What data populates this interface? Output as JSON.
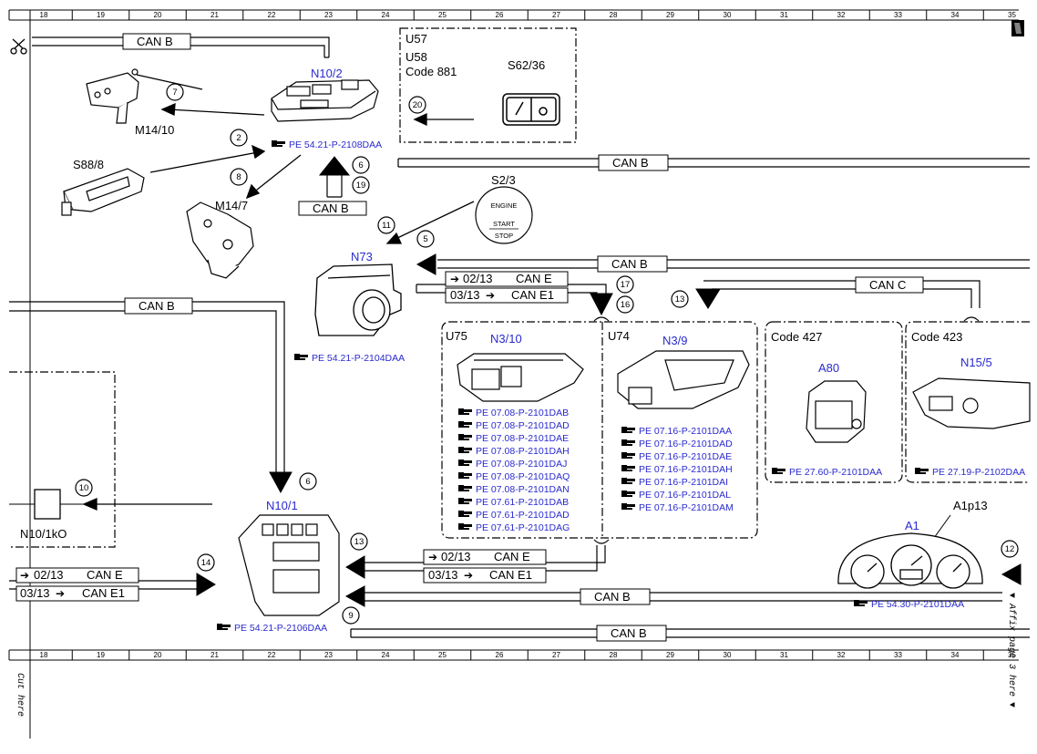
{
  "ruler_numbers": [
    "18",
    "19",
    "20",
    "21",
    "22",
    "23",
    "24",
    "25",
    "26",
    "27",
    "28",
    "29",
    "30",
    "31",
    "32",
    "33",
    "34",
    "35"
  ],
  "side_text": {
    "left": "Cut here",
    "right": "▼ Affix page 3 here ▼"
  },
  "bus": {
    "can_b": "CAN B",
    "can_c": "CAN C",
    "can_e": "CAN E",
    "can_e1": "CAN E1",
    "date_from": "02/13",
    "date_to": "03/13"
  },
  "components": {
    "m14_10": "M14/10",
    "s88_8": "S88/8",
    "m14_7": "M14/7",
    "n10_2": "N10/2",
    "u57": "U57",
    "u58": "U58",
    "code881": "Code 881",
    "s62_36": "S62/36",
    "s2_3": "S2/3",
    "engine": "ENGINE",
    "start": "START",
    "stop": "STOP",
    "n73": "N73",
    "u75": "U75",
    "n3_10": "N3/10",
    "u74": "U74",
    "n3_9": "N3/9",
    "code427": "Code 427",
    "a80": "A80",
    "code423": "Code 423",
    "n15_5": "N15/5",
    "n10_1ko": "N10/1kO",
    "n10_1": "N10/1",
    "a1": "A1",
    "a1p13": "A1p13"
  },
  "refs": {
    "n10_2": "PE 54.21-P-2108DAA",
    "n73": "PE 54.21-P-2104DAA",
    "n10_1": "PE 54.21-P-2106DAA",
    "a80": "PE 27.60-P-2101DAA",
    "n15_5": "PE 27.19-P-2102DAA",
    "a1": "PE 54.30-P-2101DAA",
    "n3_10": [
      "PE 07.08-P-2101DAB",
      "PE 07.08-P-2101DAD",
      "PE 07.08-P-2101DAE",
      "PE 07.08-P-2101DAH",
      "PE 07.08-P-2101DAJ",
      "PE 07.08-P-2101DAQ",
      "PE 07.08-P-2101DAN",
      "PE 07.61-P-2101DAB",
      "PE 07.61-P-2101DAD",
      "PE 07.61-P-2101DAG"
    ],
    "n3_9": [
      "PE 07.16-P-2101DAA",
      "PE 07.16-P-2101DAD",
      "PE 07.16-P-2101DAE",
      "PE 07.16-P-2101DAH",
      "PE 07.16-P-2101DAI",
      "PE 07.16-P-2101DAL",
      "PE 07.16-P-2101DAM"
    ]
  },
  "callouts": [
    "2",
    "5",
    "6",
    "7",
    "8",
    "9",
    "10",
    "11",
    "12",
    "13",
    "14",
    "16",
    "17",
    "19",
    "20"
  ]
}
